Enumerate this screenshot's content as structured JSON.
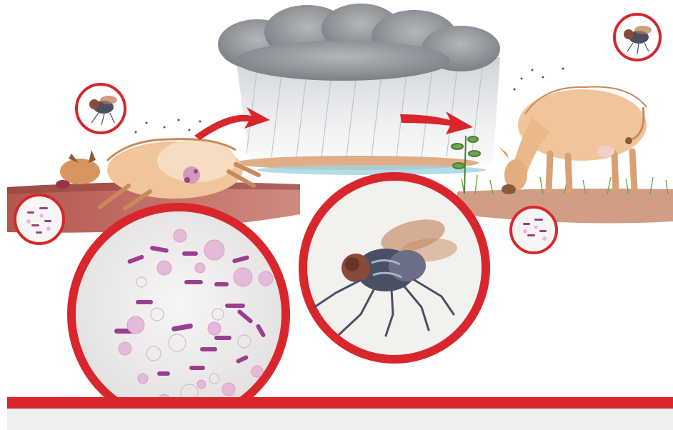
{
  "scene": {
    "items": {
      "sick_animal": "sick-animal",
      "rain_cloud": "rain-cloud",
      "grazing_cow": "grazing-cow",
      "fly_badge_left": "fly-icon",
      "fly_badge_right": "fly-icon",
      "bacteria_badge_left": "bacteria-icon",
      "bacteria_badge_right": "bacteria-icon",
      "arrow_one": "arrow-right-icon",
      "arrow_two": "arrow-right-icon",
      "bacteria_magnified": "bacteria-magnified",
      "fly_magnified": "fly-magnified"
    }
  },
  "colors": {
    "accent_red": "#d8262c",
    "soil": "#a5524a",
    "soil_light": "#d9a79e",
    "grass": "#6aa84f",
    "water": "#9fd3e0",
    "cloud": "#8f9398",
    "rain": "#c9cdd2",
    "animal_body": "#f0c59c",
    "animal_shade": "#c98a5a",
    "fly_body": "#4a4f63",
    "fly_wing": "#b8774a",
    "bacteria_rod": "#9a3f8f",
    "bacteria_round": "#e5b9d8",
    "bottom_bar": "#efeff1"
  }
}
